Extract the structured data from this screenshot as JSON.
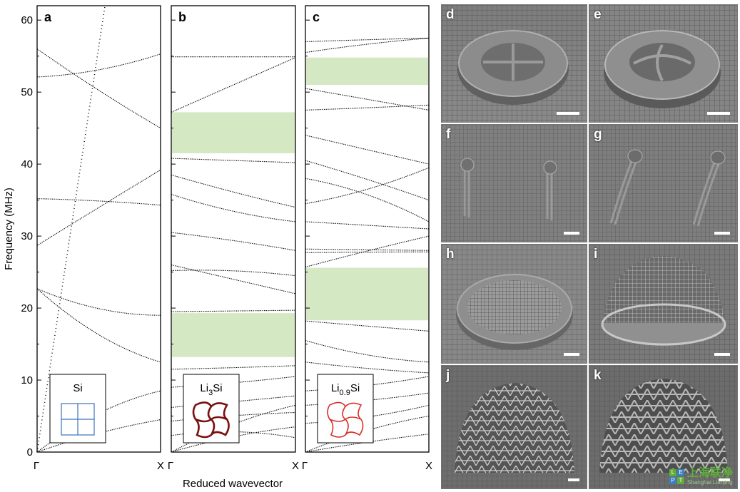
{
  "chart_data": [
    {
      "type": "line",
      "panel_label": "a",
      "ylabel": "Frequency (MHz)",
      "xlabel": "Reduced wavevector",
      "x_ticks": [
        "Γ",
        "X"
      ],
      "ylim": [
        0,
        62
      ],
      "yticks": [
        0,
        10,
        20,
        30,
        40,
        50,
        60
      ],
      "inset_label": "Si",
      "band_gaps": [],
      "series": [
        {
          "x": [
            0,
            0.5,
            1
          ],
          "y": [
            0,
            3.0,
            4.5
          ]
        },
        {
          "x": [
            0,
            0.5,
            1
          ],
          "y": [
            0,
            6.5,
            8.5
          ]
        },
        {
          "x": [
            0,
            0.5,
            1
          ],
          "y": [
            22.7,
            19.0,
            19.0
          ]
        },
        {
          "x": [
            0,
            0.5,
            1
          ],
          "y": [
            22.7,
            15.0,
            12.5
          ]
        },
        {
          "x": [
            0,
            0.5,
            1
          ],
          "y": [
            28.7,
            34.0,
            39.2
          ]
        },
        {
          "x": [
            0,
            0.5,
            1
          ],
          "y": [
            35.2,
            35.0,
            34.3
          ]
        },
        {
          "x": [
            0,
            0.5,
            1
          ],
          "y": [
            52.1,
            52.5,
            55.3
          ]
        },
        {
          "x": [
            0,
            0.5,
            1
          ],
          "y": [
            56.0,
            50.0,
            45.0
          ]
        }
      ],
      "light_line": {
        "x": [
          0,
          0.55
        ],
        "y": [
          0,
          62
        ]
      }
    },
    {
      "type": "line",
      "panel_label": "b",
      "x_ticks": [
        "Γ",
        "X"
      ],
      "ylim": [
        0,
        62
      ],
      "inset_label": "Li",
      "inset_sub": "3",
      "inset_suffix": "Si",
      "band_gaps": [
        [
          13.2,
          19.3
        ],
        [
          41.5,
          47.2
        ]
      ],
      "series": [
        {
          "x": [
            0,
            0.5,
            1
          ],
          "y": [
            0,
            2.5,
            3.5
          ]
        },
        {
          "x": [
            0,
            0.5,
            1
          ],
          "y": [
            0,
            4.5,
            6.5
          ]
        },
        {
          "x": [
            0,
            0.5,
            1
          ],
          "y": [
            2.3,
            3.5,
            2.0
          ]
        },
        {
          "x": [
            0,
            0.5,
            1
          ],
          "y": [
            4.3,
            5.2,
            5.5
          ]
        },
        {
          "x": [
            0,
            0.5,
            1
          ],
          "y": [
            6.2,
            7.0,
            7.8
          ]
        },
        {
          "x": [
            0,
            0.5,
            1
          ],
          "y": [
            9.0,
            9.5,
            10.5
          ]
        },
        {
          "x": [
            0,
            0.5,
            1
          ],
          "y": [
            11.5,
            11.7,
            12.0
          ]
        },
        {
          "x": [
            0,
            0.5,
            1
          ],
          "y": [
            19.5,
            19.6,
            19.7
          ]
        },
        {
          "x": [
            0,
            0.5,
            1
          ],
          "y": [
            25.2,
            25.5,
            24.5
          ]
        },
        {
          "x": [
            0,
            0.5,
            1
          ],
          "y": [
            26.0,
            24.0,
            22.0
          ]
        },
        {
          "x": [
            0,
            0.5,
            1
          ],
          "y": [
            30.5,
            29.5,
            28.0
          ]
        },
        {
          "x": [
            0,
            0.5,
            1
          ],
          "y": [
            35.8,
            33.0,
            32.0
          ]
        },
        {
          "x": [
            0,
            0.5,
            1
          ],
          "y": [
            38.5,
            36.0,
            34.0
          ]
        },
        {
          "x": [
            0,
            0.5,
            1
          ],
          "y": [
            40.8,
            40.5,
            40.2
          ]
        },
        {
          "x": [
            0,
            0.5,
            1
          ],
          "y": [
            47.2,
            51.0,
            54.8
          ]
        },
        {
          "x": [
            0,
            0.5,
            1
          ],
          "y": [
            54.9,
            54.9,
            54.9
          ]
        }
      ]
    },
    {
      "type": "line",
      "panel_label": "c",
      "x_ticks": [
        "Γ",
        "X"
      ],
      "ylim": [
        0,
        62
      ],
      "inset_label": "Li",
      "inset_sub": "0.9",
      "inset_suffix": "Si",
      "band_gaps": [
        [
          18.3,
          25.6
        ],
        [
          51.0,
          54.8
        ]
      ],
      "series": [
        {
          "x": [
            0,
            0.5,
            1
          ],
          "y": [
            0,
            1.5,
            2.5
          ]
        },
        {
          "x": [
            0,
            0.5,
            1
          ],
          "y": [
            0,
            3.5,
            5.0
          ]
        },
        {
          "x": [
            0,
            0.5,
            1
          ],
          "y": [
            4.0,
            4.5,
            6.5
          ]
        },
        {
          "x": [
            0,
            0.5,
            1
          ],
          "y": [
            6.5,
            7.0,
            8.2
          ]
        },
        {
          "x": [
            0,
            0.5,
            1
          ],
          "y": [
            8.5,
            9.0,
            10.5
          ]
        },
        {
          "x": [
            0,
            0.5,
            1
          ],
          "y": [
            12.5,
            11.5,
            11.0
          ]
        },
        {
          "x": [
            0,
            0.5,
            1
          ],
          "y": [
            15.5,
            13.0,
            12.5
          ]
        },
        {
          "x": [
            0,
            0.5,
            1
          ],
          "y": [
            18.2,
            17.5,
            16.8
          ]
        },
        {
          "x": [
            0,
            0.5,
            1
          ],
          "y": [
            25.7,
            28.0,
            30.0
          ]
        },
        {
          "x": [
            0,
            0.5,
            1
          ],
          "y": [
            27.7,
            27.8,
            27.8
          ]
        },
        {
          "x": [
            0,
            0.5,
            1
          ],
          "y": [
            28.2,
            28.1,
            28.0
          ]
        },
        {
          "x": [
            0,
            0.5,
            1
          ],
          "y": [
            32.0,
            31.5,
            31.0
          ]
        },
        {
          "x": [
            0,
            0.5,
            1
          ],
          "y": [
            34.5,
            36.0,
            39.5
          ]
        },
        {
          "x": [
            0,
            0.5,
            1
          ],
          "y": [
            38.0,
            36.5,
            32.0
          ]
        },
        {
          "x": [
            0,
            0.5,
            1
          ],
          "y": [
            40.5,
            38.0,
            35.0
          ]
        },
        {
          "x": [
            0,
            0.5,
            1
          ],
          "y": [
            44.0,
            42.0,
            40.0
          ]
        },
        {
          "x": [
            0,
            0.5,
            1
          ],
          "y": [
            47.5,
            47.8,
            48.2
          ]
        },
        {
          "x": [
            0,
            0.5,
            1
          ],
          "y": [
            50.5,
            49.0,
            47.5
          ]
        },
        {
          "x": [
            0,
            0.5,
            1
          ],
          "y": [
            55.5,
            56.8,
            57.5
          ]
        },
        {
          "x": [
            0,
            0.5,
            1
          ],
          "y": [
            57.0,
            57.3,
            57.5
          ]
        }
      ]
    }
  ],
  "sem_panels": [
    "d",
    "e",
    "f",
    "g",
    "h",
    "i",
    "j",
    "k"
  ],
  "watermark": {
    "logo": [
      "L",
      "E",
      "P",
      "T"
    ],
    "text": "上海联净",
    "sub": "Shanghai Lianjing"
  }
}
